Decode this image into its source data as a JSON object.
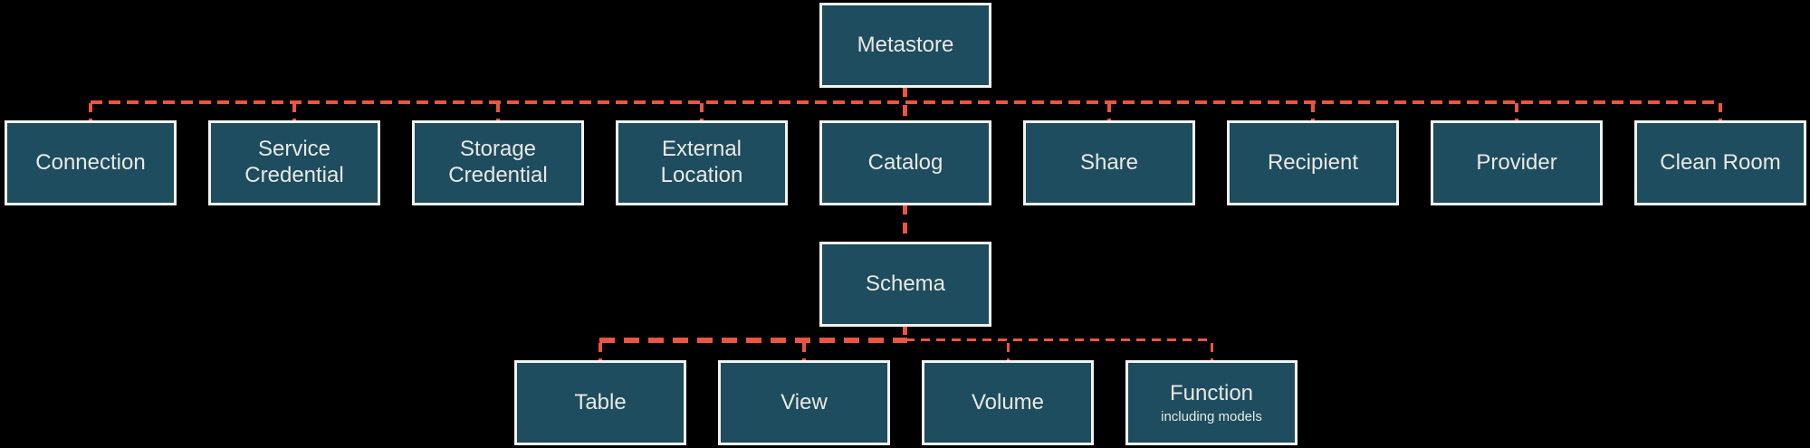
{
  "colors": {
    "background": "#000000",
    "box_fill": "#1d4d5e",
    "box_border": "#f4f2ee",
    "text": "#eae8e3",
    "connector": "#ec5540"
  },
  "nodes": {
    "metastore": {
      "label": "Metastore"
    },
    "level2": [
      {
        "label": "Connection"
      },
      {
        "label": "Service Credential"
      },
      {
        "label": "Storage Credential"
      },
      {
        "label": "External Location"
      },
      {
        "label": "Catalog"
      },
      {
        "label": "Share"
      },
      {
        "label": "Recipient"
      },
      {
        "label": "Provider"
      },
      {
        "label": "Clean Room"
      }
    ],
    "schema": {
      "label": "Schema"
    },
    "level4": [
      {
        "label": "Table"
      },
      {
        "label": "View"
      },
      {
        "label": "Volume"
      },
      {
        "label": "Function",
        "sublabel": "including models"
      }
    ]
  }
}
